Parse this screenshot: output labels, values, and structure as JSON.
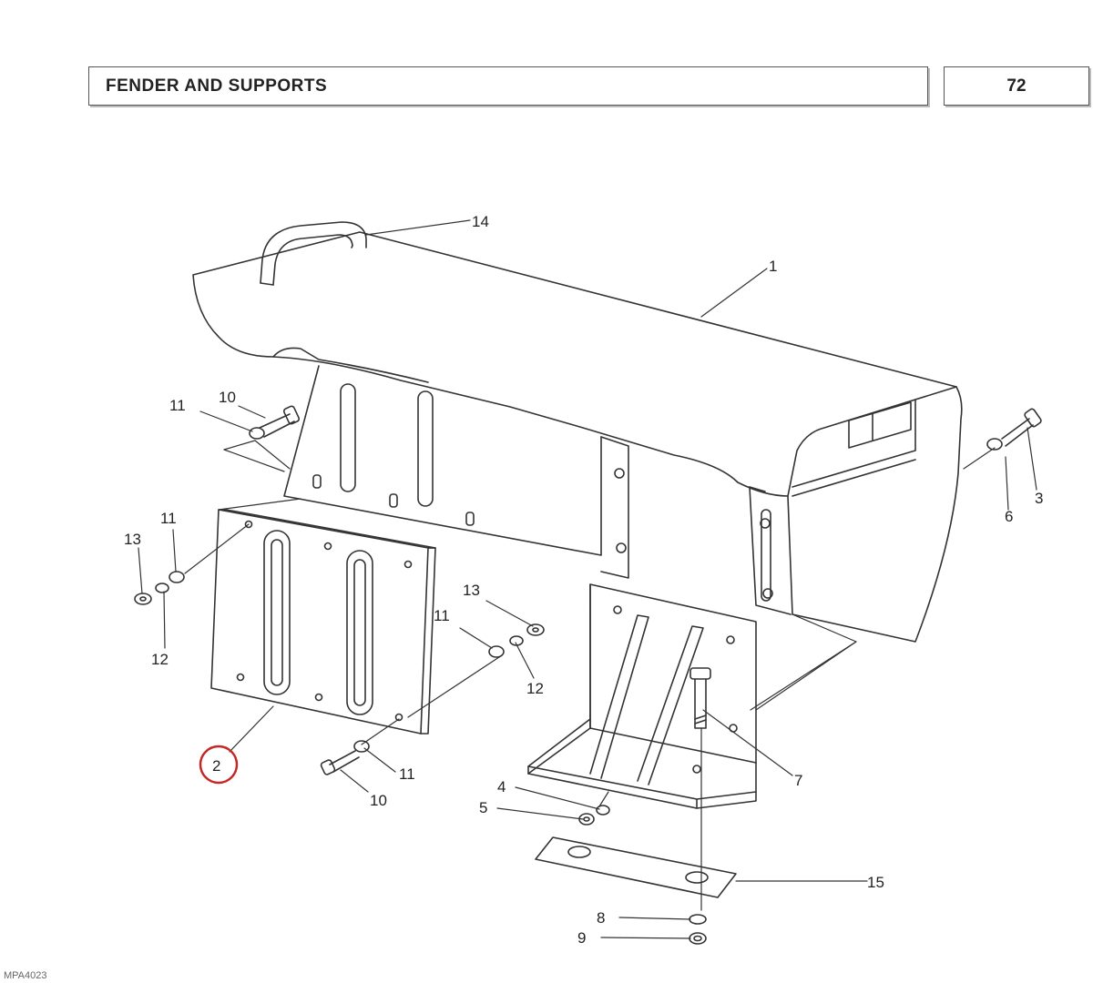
{
  "header": {
    "title": "FENDER AND SUPPORTS",
    "page": "72"
  },
  "highlight_color": "#c62828",
  "callouts": {
    "c14": "14",
    "c1": "1",
    "c11a": "11",
    "c10a": "10",
    "c6": "6",
    "c3": "3",
    "c11b": "11",
    "c13a": "13",
    "c12a": "12",
    "c13b": "13",
    "c11c": "11",
    "c12b": "12",
    "c2": "2",
    "c11d": "11",
    "c10b": "10",
    "c7": "7",
    "c4": "4",
    "c5": "5",
    "c15": "15",
    "c8": "8",
    "c9": "9"
  },
  "footer": {
    "code": "MPA4023"
  }
}
